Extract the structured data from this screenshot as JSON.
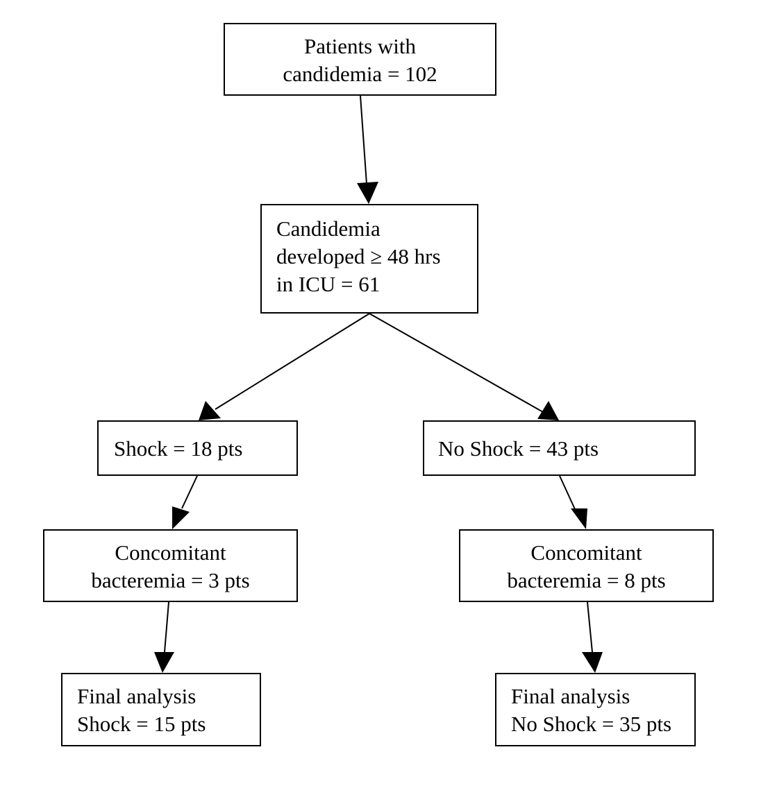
{
  "boxes": {
    "patients": {
      "line1": "Patients with",
      "line2": "candidemia = 102"
    },
    "icu": {
      "line1": "Candidemia",
      "line2": "developed ≥ 48 hrs",
      "line3": "in ICU = 61"
    },
    "shock": {
      "line1": "Shock = 18 pts"
    },
    "no_shock": {
      "line1": "No Shock = 43 pts"
    },
    "bacteremia_shock": {
      "line1": "Concomitant",
      "line2": "bacteremia = 3 pts"
    },
    "bacteremia_no_shock": {
      "line1": "Concomitant",
      "line2": "bacteremia = 8 pts"
    },
    "final_shock": {
      "line1": "Final analysis",
      "line2": "Shock = 15 pts"
    },
    "final_no_shock": {
      "line1": "Final analysis",
      "line2": "No Shock = 35 pts"
    }
  }
}
